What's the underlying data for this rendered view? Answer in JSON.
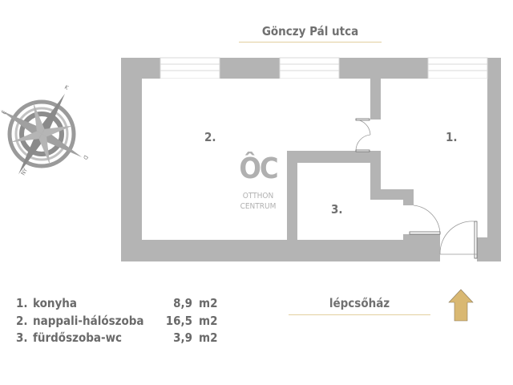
{
  "street_label": "Gönczy Pál utca",
  "staircase_label": "lépcsőház",
  "compass": {
    "n": "É",
    "e": "K",
    "s": "D",
    "w": "NY"
  },
  "logo": {
    "mark": "ÔC",
    "line1": "OTTHON",
    "line2": "CENTRUM"
  },
  "rooms": [
    {
      "number": "1.",
      "name": "konyha",
      "area": "8,9",
      "unit": "m2"
    },
    {
      "number": "2.",
      "name": "nappali-hálószoba",
      "area": "16,5",
      "unit": "m2"
    },
    {
      "number": "3.",
      "name": "fürdőszoba-wc",
      "area": "3,9",
      "unit": "m2"
    }
  ],
  "colors": {
    "wall": "#b4b4b4",
    "accent": "#d9b872",
    "text": "#6a6a6a"
  }
}
